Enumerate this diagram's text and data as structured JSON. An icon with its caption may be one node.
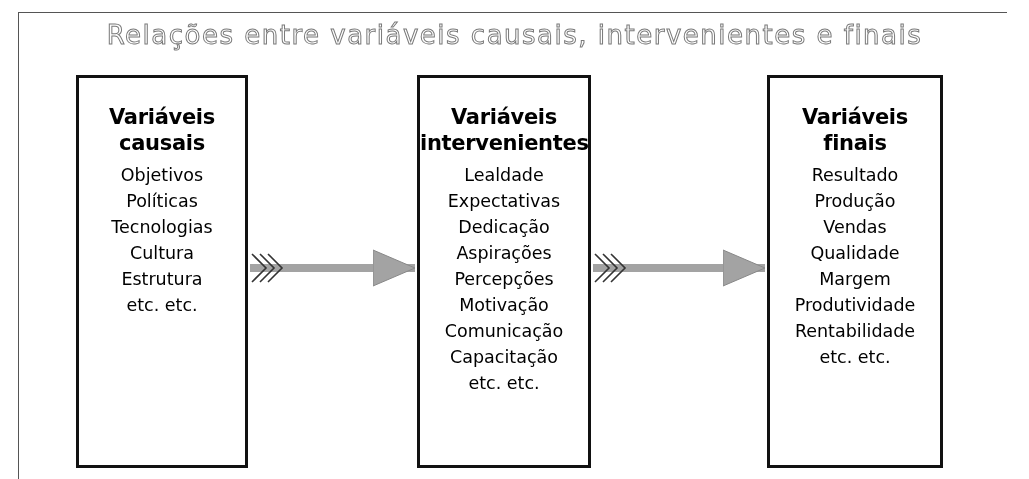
{
  "diagram": {
    "title": "Relações entre variáveis causais, intervenientes e finais",
    "nodes": [
      {
        "text": [
          "Variáveis causais",
          "Objetivos",
          "Políticas",
          "Tecnologias",
          "Cultura",
          "Estrutura",
          "etc. etc."
        ]
      },
      {
        "text": [
          "Variáveis intervenientes",
          "Lealdade",
          "Expectativas",
          "Dedicação",
          "Aspirações",
          "Percepções",
          "Motivação",
          "Comunicação",
          "Capacitação",
          "etc. etc."
        ]
      },
      {
        "text": [
          "Variáveis finais",
          "Resultado",
          "Produção",
          "Vendas",
          "Qualidade",
          "Margem",
          "Produtividade",
          "Rentabilidade",
          "etc. etc."
        ]
      }
    ],
    "edges": [
      {
        "from": 0,
        "to": 1,
        "arrow": "to"
      },
      {
        "from": 1,
        "to": 2,
        "arrow": "to"
      }
    ]
  }
}
